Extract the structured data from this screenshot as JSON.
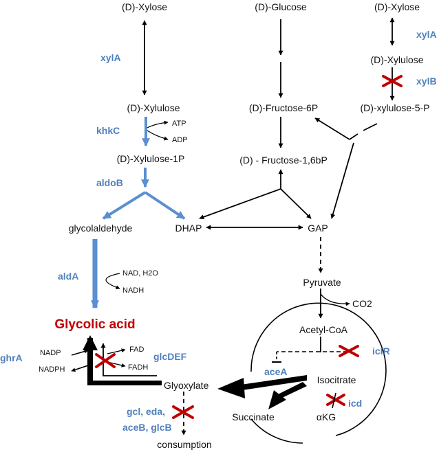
{
  "colors": {
    "enzyme": "#4f81bd",
    "product": "#c00000",
    "knockout": "#c00000",
    "engineered_path": "#5b8fd0",
    "native_path": "#000000"
  },
  "metabolites": {
    "xylose_left": "(D)-Xylose",
    "glucose": "(D)-Glucose",
    "xylose_right": "(D)-Xylose",
    "xylulose_right": "(D)-Xylulose",
    "xylulose_left": "(D)-Xylulose",
    "fructose_6p": "(D)-Fructose-6P",
    "xylulose_5p": "(D)-xylulose-5-P",
    "xylulose_1p": "(D)-Xylulose-1P",
    "fructose_16bp": "(D) - Fructose-1,6bP",
    "glycolaldehyde": "glycolaldehyde",
    "dhap": "DHAP",
    "gap": "GAP",
    "pyruvate": "Pyruvate",
    "co2": "CO2",
    "acetyl_coa": "Acetyl-CoA",
    "glycolic_acid": "Glycolic acid",
    "glyoxylate": "Glyoxylate",
    "isocitrate": "Isocitrate",
    "succinate": "Succinate",
    "akg": "αKG",
    "consumption": "consumption"
  },
  "cofactors": {
    "atp": "ATP",
    "adp": "ADP",
    "nad_h2o": "NAD, H2O",
    "nadh": "NADH",
    "nadp": "NADP",
    "nadph": "NADPH",
    "fad": "FAD",
    "fadh": "FADH"
  },
  "enzymes": {
    "xyla_left": "xylA",
    "xyla_right": "xylA",
    "xylb": "xylB",
    "khkc": "khkC",
    "aldob": "aldoB",
    "alda": "aldA",
    "ghra": "ghrA",
    "glcdef": "glcDEF",
    "iclr": "iclR",
    "acea": "aceA",
    "icd": "icd",
    "gcl_eda": "gcl, eda,",
    "aceb_glcb": "aceB, glcB"
  }
}
